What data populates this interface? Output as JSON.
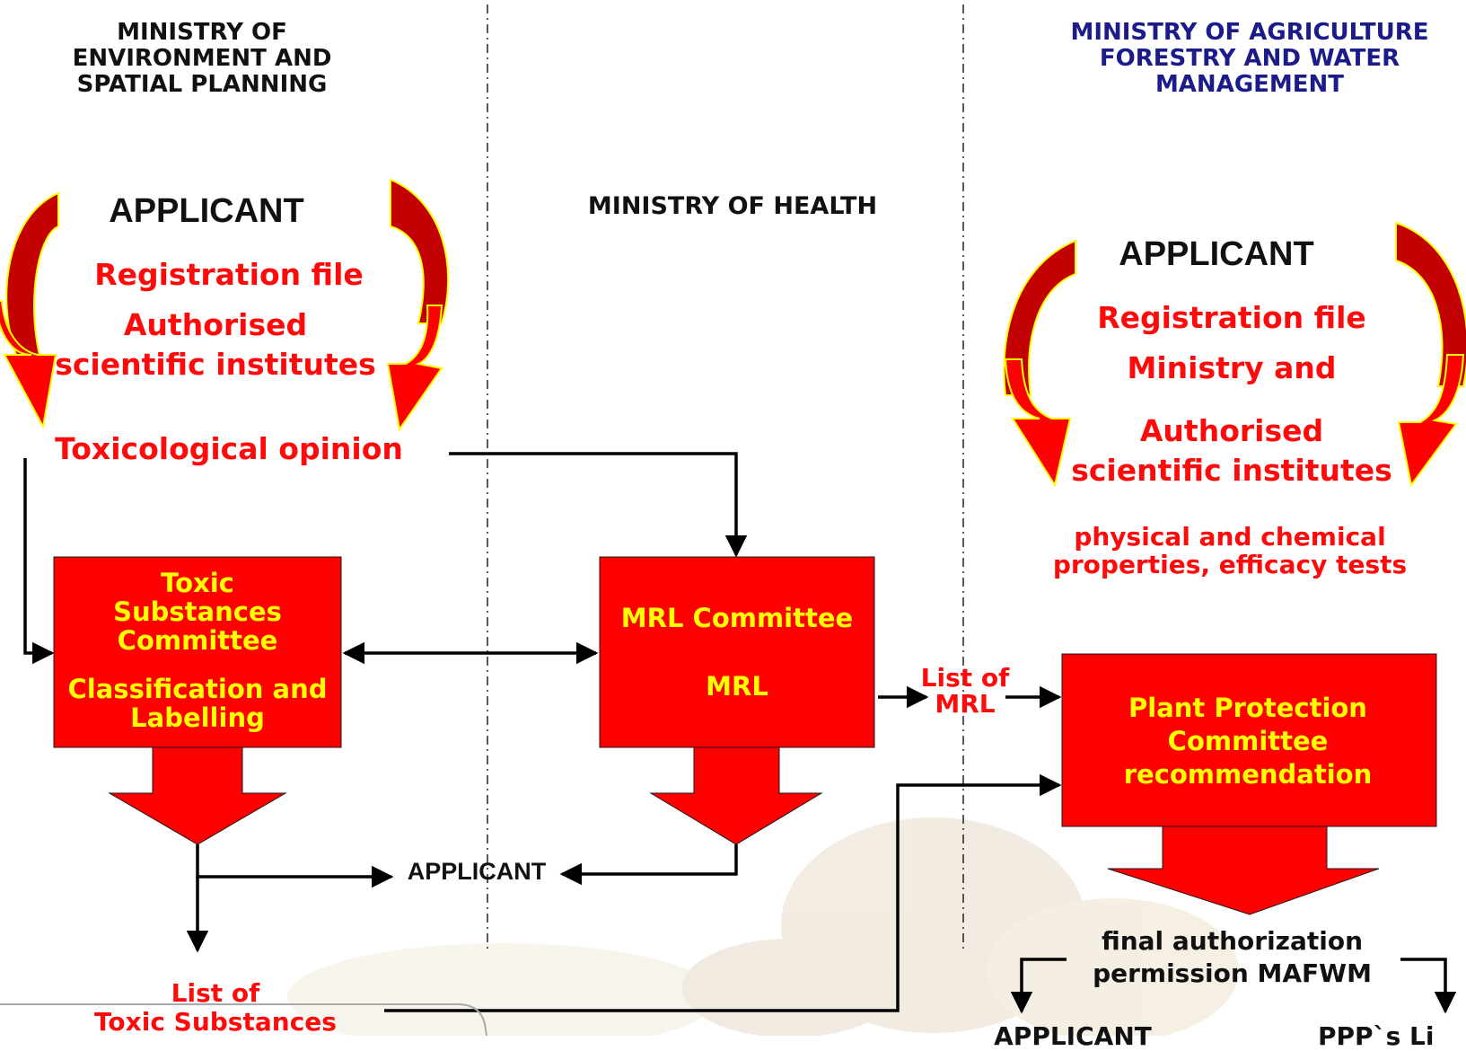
{
  "columns": {
    "environment_title": "MINISTRY OF ENVIRONMENT AND SPATIAL PLANNING",
    "health_title": "MINISTRY OF HEALTH",
    "agriculture_title": "MINISTRY OF AGRICULTURE FORESTRY AND WATER MANAGEMENT"
  },
  "left_cycle": {
    "applicant": "APPLICANT",
    "registration_file": "Registration file",
    "institutes_line1": "Authorised",
    "institutes_line2": "scientific institutes",
    "output": "Toxicological opinion"
  },
  "right_cycle": {
    "applicant": "APPLICANT",
    "registration_file": "Registration file",
    "ministry_and": "Ministry and",
    "institutes_line1": "Authorised",
    "institutes_line2": "scientific institutes",
    "tests": "physical and chemical properties, efficacy tests"
  },
  "boxes": {
    "toxic_committee": "Toxic Substances Committee",
    "classification": "Classification and Labelling",
    "mrl_committee": "MRL Committee",
    "mrl": "MRL",
    "plant_committee": "Plant Protection Committee recommendation"
  },
  "flow_labels": {
    "list_of_mrl": "List of MRL",
    "middle_applicant": "APPLICANT",
    "list_toxic_line1": "List of",
    "list_toxic_line2": "Toxic Substances",
    "final_authorization": "final authorization permission MAFWM",
    "bottom_applicant": "APPLICANT",
    "bottom_ppp": "PPP`s Li"
  },
  "colors": {
    "box_fill": "#ff0000",
    "box_text": "#ffff00",
    "red_text": "#ff0a0a",
    "arc_dark": "#c20000",
    "arc_outline": "#ffff00",
    "title_navy": "#1b1b8a"
  }
}
